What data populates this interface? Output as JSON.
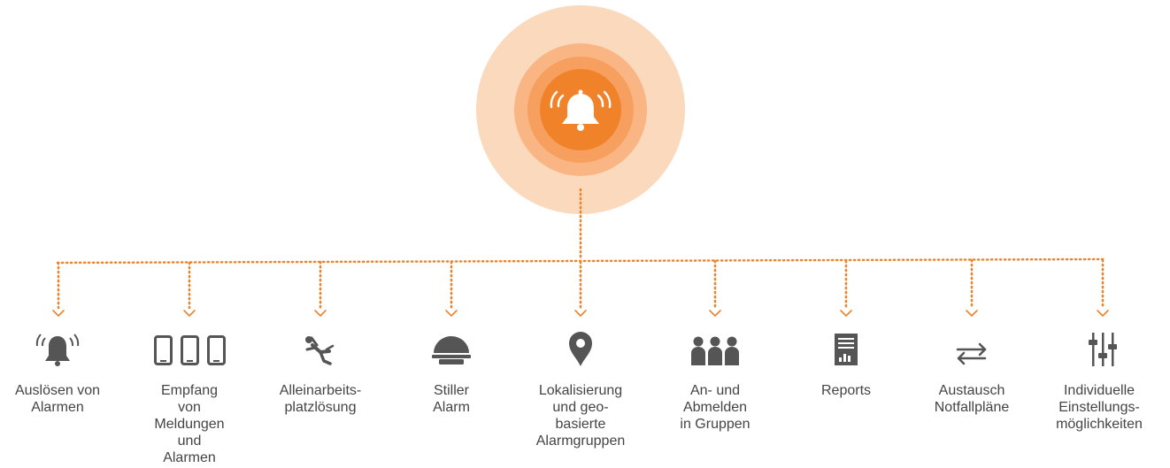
{
  "center": {
    "icon": "ringing-bell-icon"
  },
  "colors": {
    "orange": "#f0832a",
    "ring_outer": "#fbd9bc",
    "ring_mid": "#f9b684",
    "ring_inner": "#f79f5e",
    "icon_gray": "#555555",
    "text": "#444444"
  },
  "features": [
    {
      "icon": "alarm-bell-icon",
      "label": "Auslösen von\nAlarmen"
    },
    {
      "icon": "mobile-devices-icon",
      "label": "Empfang\nvon\nMeldungen\nund\nAlarmen"
    },
    {
      "icon": "falling-person-icon",
      "label": "Alleinarbeits-\nplatzlösung"
    },
    {
      "icon": "silent-alarm-button-icon",
      "label": "Stiller\nAlarm"
    },
    {
      "icon": "location-pin-icon",
      "label": "Lokalisierung\nund geo-\nbasierte\nAlarmgruppen"
    },
    {
      "icon": "group-icon",
      "label": "An- und\nAbmelden\nin Gruppen"
    },
    {
      "icon": "report-icon",
      "label": "Reports"
    },
    {
      "icon": "exchange-arrows-icon",
      "label": "Austausch\nNotfallpläne"
    },
    {
      "icon": "settings-sliders-icon",
      "label": "Individuelle\nEinstellungs-\nmöglichkeiten"
    }
  ]
}
